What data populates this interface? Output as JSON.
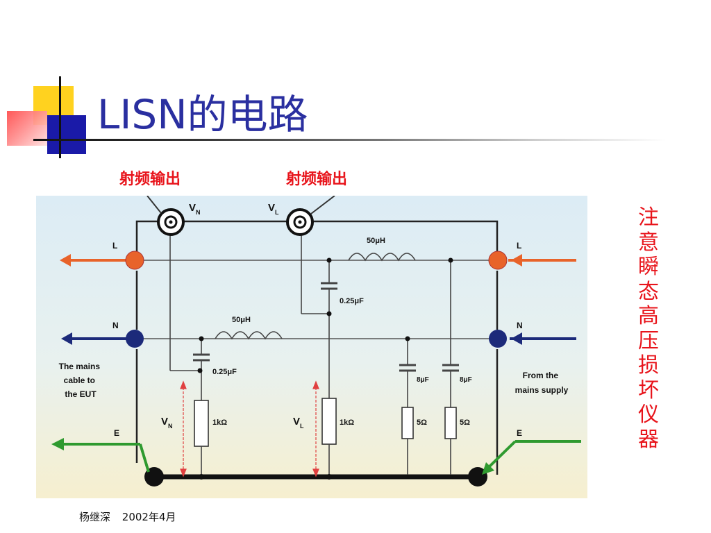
{
  "slide": {
    "title": "LISN的电路",
    "rf_output_left": "射频输出",
    "rf_output_right": "射频输出",
    "vertical_note_chars": [
      "注",
      "意",
      "瞬",
      "态",
      "高",
      "压",
      "损",
      "坏",
      "仪",
      "器"
    ],
    "footer_author": "杨继深",
    "footer_date": "2002年4月"
  },
  "circuit": {
    "label_L_left": "L",
    "label_L_right": "L",
    "label_N_left": "N",
    "label_N_right": "N",
    "label_E_left": "E",
    "label_E_right": "E",
    "vn_top": {
      "base": "V",
      "sub": "N"
    },
    "vl_top": {
      "base": "V",
      "sub": "L"
    },
    "vn_side": {
      "base": "V",
      "sub": "N"
    },
    "vl_side": {
      "base": "V",
      "sub": "L"
    },
    "inductor_L": "50μH",
    "inductor_N": "50μH",
    "cap_L": "0.25μF",
    "cap_N": "0.25μF",
    "cap_8a": "8μF",
    "cap_8b": "8μF",
    "res_1k_a": "1kΩ",
    "res_1k_b": "1kΩ",
    "res_5_a": "5Ω",
    "res_5_b": "5Ω",
    "left_caption": [
      "The mains",
      "cable to",
      "the EUT"
    ],
    "right_caption": [
      "From the",
      "mains supply"
    ]
  },
  "colors": {
    "title": "#2a2fa0",
    "red_text": "#e8141b",
    "L_line": "#e8632a",
    "N_line": "#1c2a7a",
    "E_line": "#2f9a2f",
    "figure_bg_top": "#dcecf5",
    "figure_bg_bottom": "#f6efcf"
  }
}
